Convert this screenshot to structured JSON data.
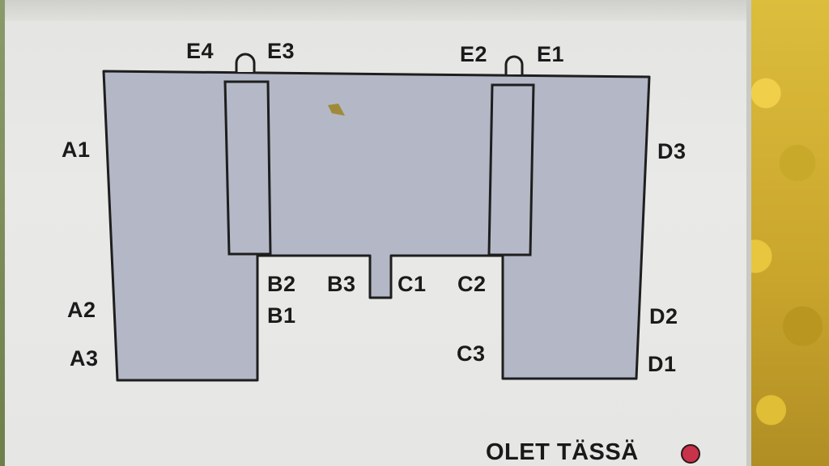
{
  "labels": {
    "e4": "E4",
    "e3": "E3",
    "e2": "E2",
    "e1": "E1",
    "a1": "A1",
    "a2": "A2",
    "a3": "A3",
    "b2": "B2",
    "b1": "B1",
    "b3": "B3",
    "c1": "C1",
    "c2": "C2",
    "c3": "C3",
    "d3": "D3",
    "d2": "D2",
    "d1": "D1"
  },
  "you_are_here": "OLET TÄSSÄ",
  "colors": {
    "building_fill": "#b3b7c6",
    "outline": "#1e1e1e",
    "marker": "#c8324a",
    "sign_background": "#e6e6e4"
  }
}
